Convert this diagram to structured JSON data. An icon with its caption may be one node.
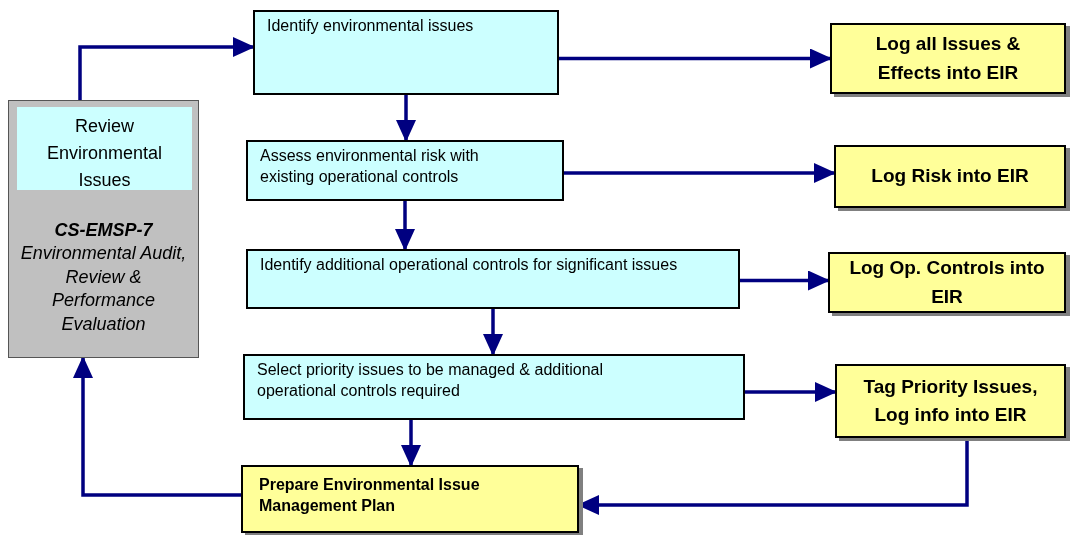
{
  "diagram": {
    "nodes": [
      {
        "text": [
          "CS-EMSP-7",
          "Environmental Audit, Review & Performance Evaluation"
        ]
      },
      {
        "text": [
          "Review Environmental Issues"
        ],
        "in": 0
      },
      {
        "text": [
          "Identify environmental issues"
        ]
      },
      {
        "text": [
          "Assess environmental risk with existing operational controls"
        ]
      },
      {
        "text": [
          "Identify additional operational controls for significant issues"
        ]
      },
      {
        "text": [
          "Select priority issues to be managed & additional operational controls required"
        ]
      },
      {
        "text": [
          "Prepare Environmental Issue Management Plan"
        ]
      },
      {
        "text": [
          "Log all Issues & Effects into EIR"
        ]
      },
      {
        "text": [
          "Log Risk into EIR"
        ]
      },
      {
        "text": [
          "Log Op. Controls into EIR"
        ]
      },
      {
        "text": [
          "Tag Priority Issues, Log info into EIR"
        ]
      }
    ],
    "edges": [
      {
        "from": 0,
        "to": 2,
        "arrow": "to"
      },
      {
        "from": 2,
        "to": 3,
        "arrow": "to"
      },
      {
        "from": 3,
        "to": 4,
        "arrow": "to"
      },
      {
        "from": 4,
        "to": 5,
        "arrow": "to"
      },
      {
        "from": 5,
        "to": 6,
        "arrow": "to"
      },
      {
        "from": 2,
        "to": 7,
        "arrow": "to"
      },
      {
        "from": 3,
        "to": 8,
        "arrow": "to"
      },
      {
        "from": 4,
        "to": 9,
        "arrow": "to"
      },
      {
        "from": 5,
        "to": 10,
        "arrow": "to"
      },
      {
        "from": 10,
        "to": 6,
        "arrow": "to"
      },
      {
        "from": 6,
        "to": 0,
        "arrow": "to"
      }
    ]
  }
}
